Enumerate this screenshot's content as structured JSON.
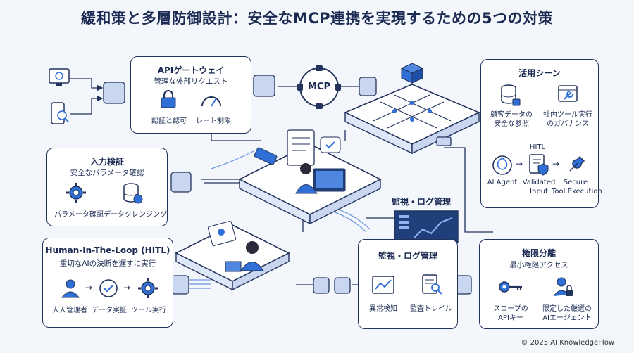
{
  "title": "緩和策と多層防御設計：安全なMCP連携を実現するための5つの対策",
  "colors": {
    "navy": "#22335c",
    "accent": "#2f6fd6",
    "light": "#dce7f7"
  },
  "hub": {
    "mcp_label": "MCP"
  },
  "api_gateway": {
    "title": "APIゲートウェイ",
    "subtitle": "管理な外部リクエスト",
    "items": [
      {
        "icon": "lock-icon",
        "label": "認証と認可"
      },
      {
        "icon": "speedometer-icon",
        "label": "レート制限"
      }
    ]
  },
  "input_validation": {
    "title": "入力検証",
    "subtitle": "安全なパラメータ確認",
    "items": [
      {
        "icon": "gear-icon",
        "label": "パラメータ確認"
      },
      {
        "icon": "database-icon",
        "label": "データクレンジング"
      }
    ]
  },
  "hitl": {
    "title": "Human-In-The-Loop (HITL)",
    "subtitle": "重切なAIの決断を遅すに実行",
    "items": [
      {
        "icon": "person-icon",
        "label": "人人管理者"
      },
      {
        "icon": "check-circle-icon",
        "label": "データ実証"
      },
      {
        "icon": "gear-icon",
        "label": "ツール実行"
      }
    ]
  },
  "monitoring": {
    "float_title": "監視・ログ管理",
    "title": "監視・ログ管理",
    "items": [
      {
        "icon": "chart-icon",
        "label": "異常検知"
      },
      {
        "icon": "document-search-icon",
        "label": "監査トレイル"
      }
    ]
  },
  "privilege": {
    "title": "権限分離",
    "subtitle": "最小権限アクセス",
    "items": [
      {
        "icon": "key-icon",
        "label_line1": "スコープの",
        "label_line2": "APIキー"
      },
      {
        "icon": "user-lock-icon",
        "label_line1": "限定した厳選の",
        "label_line2": "AIエージェント"
      }
    ]
  },
  "use_cases": {
    "title": "活用シーン",
    "items": [
      {
        "icon": "database-lock-icon",
        "label_line1": "顧客データの",
        "label_line2": "安全な参照"
      },
      {
        "icon": "tool-window-icon",
        "label_line1": "社内ツール実行",
        "label_line2": "のガバナンス"
      }
    ],
    "flow_label": "HITL",
    "flow": [
      {
        "icon": "ai-agent-icon",
        "label_line1": "AI Agent",
        "label_line2": ""
      },
      {
        "icon": "shield-doc-icon",
        "label_line1": "Validated",
        "label_line2": "Input"
      },
      {
        "icon": "wrench-icon",
        "label_line1": "Secure",
        "label_line2": "Tool Execution"
      }
    ]
  },
  "copyright": "© 2025 AI KnowledgeFlow"
}
